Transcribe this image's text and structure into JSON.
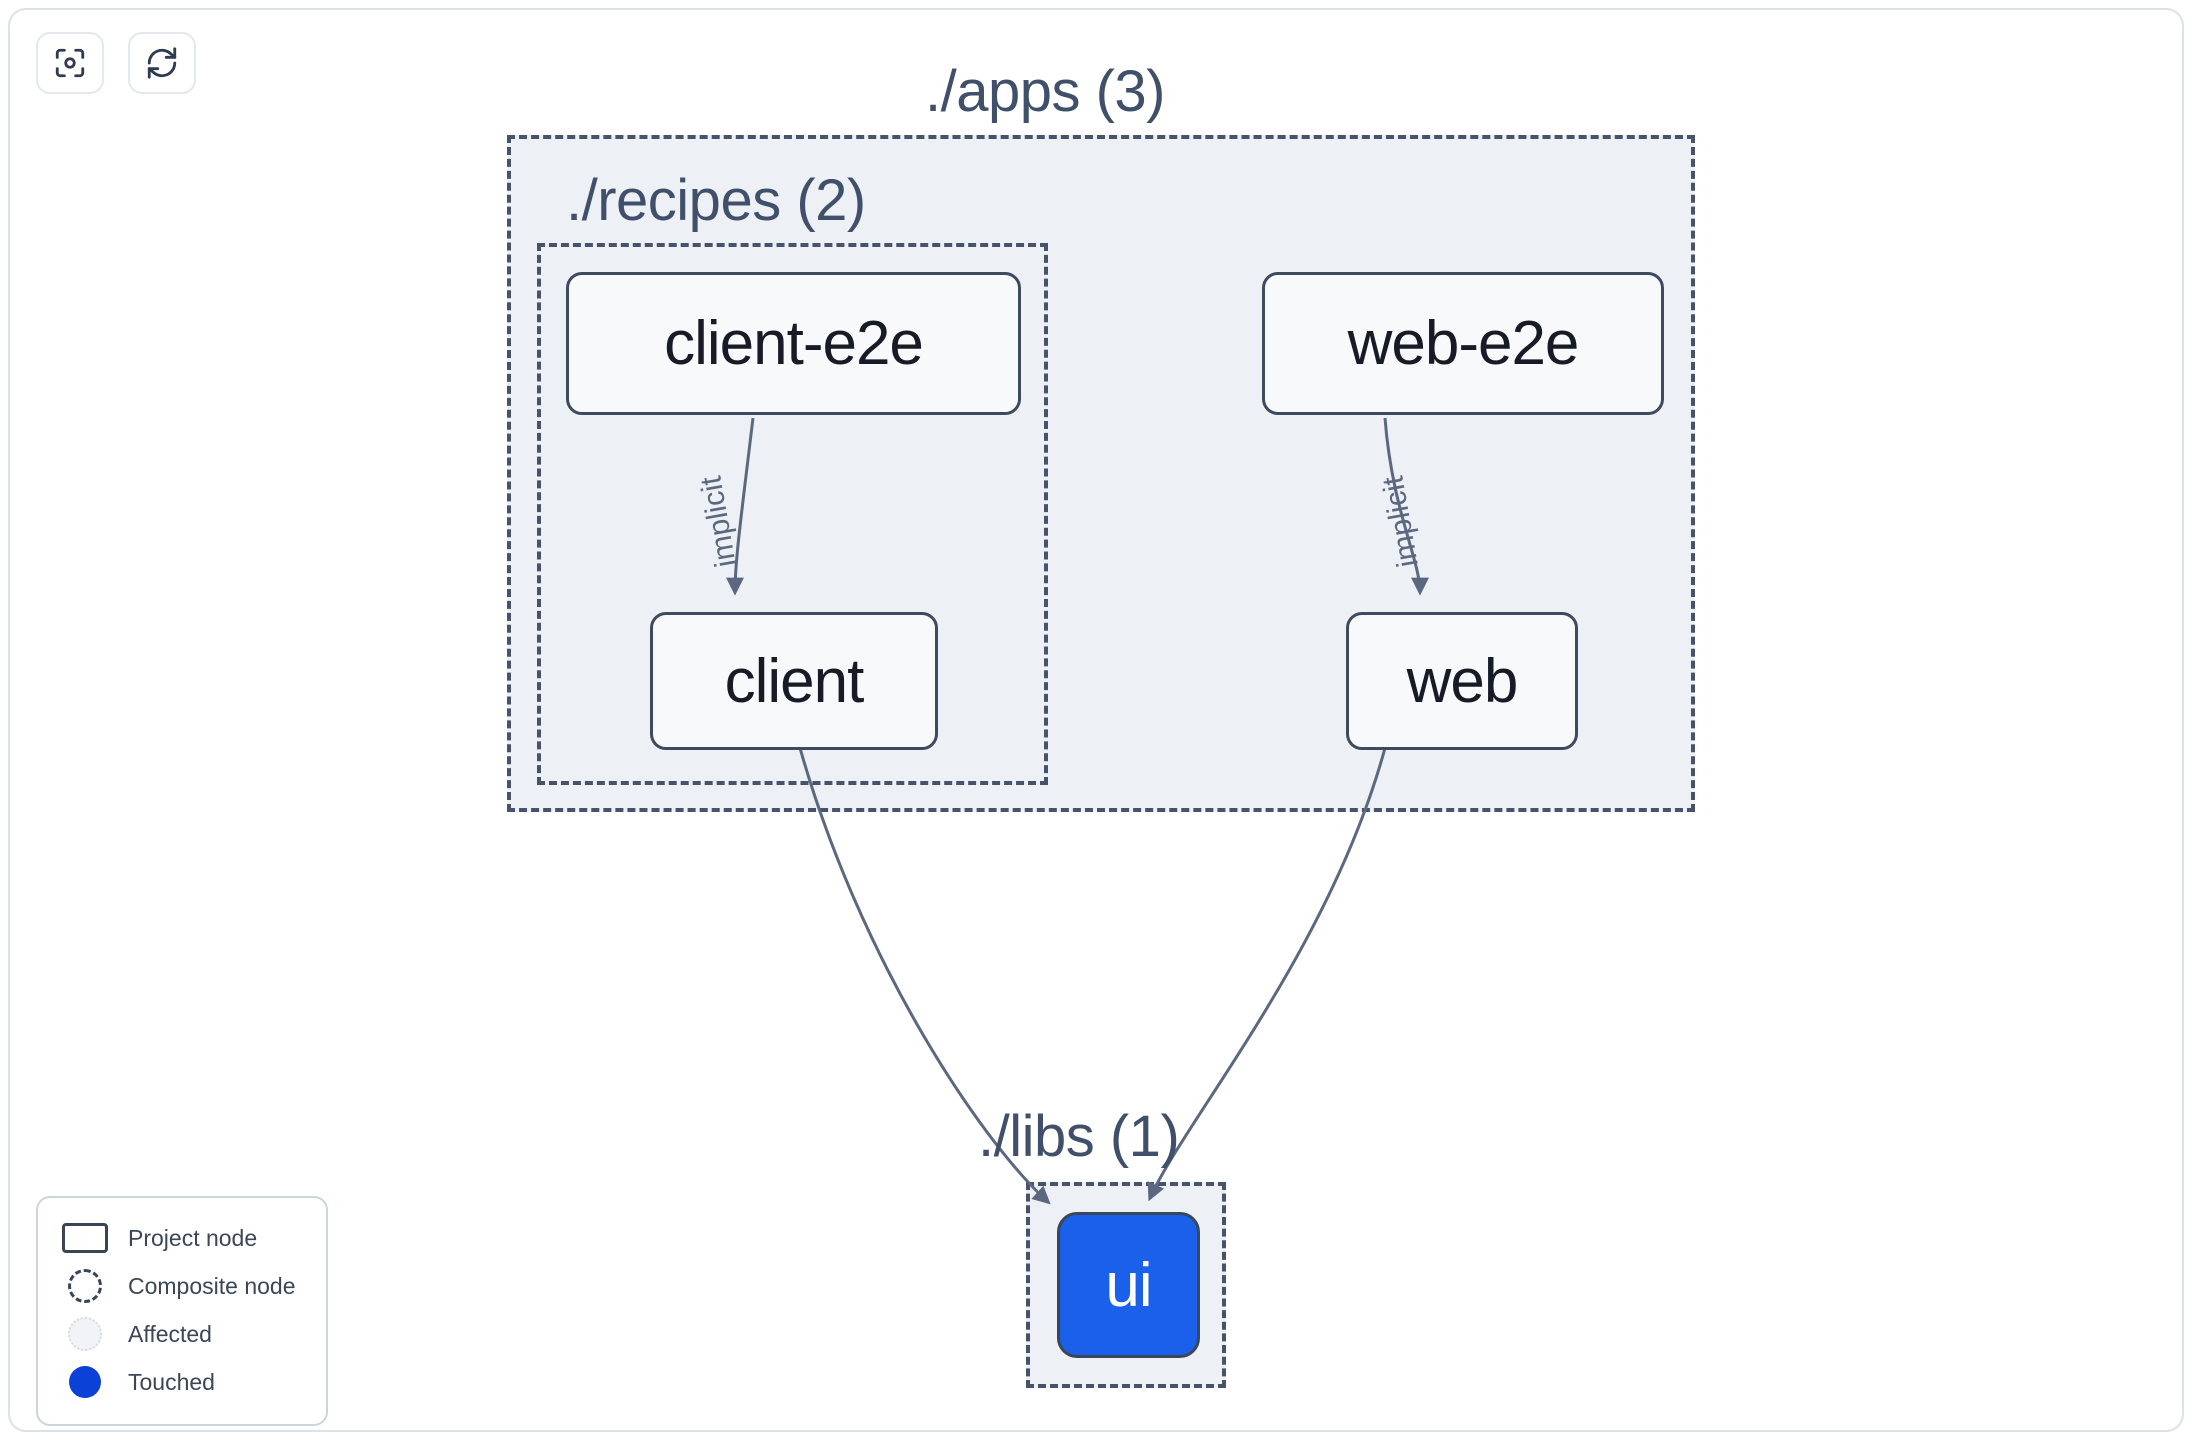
{
  "toolbar": {
    "buttons": [
      {
        "name": "focus-graph-button",
        "icon": "focus-target-icon",
        "label": "Focus graph"
      },
      {
        "name": "refresh-graph-button",
        "icon": "refresh-icon",
        "label": "Refresh graph"
      }
    ]
  },
  "graph": {
    "groups": [
      {
        "id": "apps",
        "label": "./apps (3)",
        "count": 3
      },
      {
        "id": "recipes",
        "label": "./recipes (2)",
        "count": 2
      },
      {
        "id": "libs",
        "label": "./libs (1)",
        "count": 1
      }
    ],
    "nodes": [
      {
        "id": "client-e2e",
        "label": "client-e2e",
        "type": "project",
        "group": "recipes"
      },
      {
        "id": "client",
        "label": "client",
        "type": "project",
        "group": "recipes"
      },
      {
        "id": "web-e2e",
        "label": "web-e2e",
        "type": "project",
        "group": "apps"
      },
      {
        "id": "web",
        "label": "web",
        "type": "project",
        "group": "apps"
      },
      {
        "id": "ui",
        "label": "ui",
        "type": "touched",
        "group": "libs"
      }
    ],
    "edges": [
      {
        "from": "client-e2e",
        "to": "client",
        "label": "implicit"
      },
      {
        "from": "web-e2e",
        "to": "web",
        "label": "implicit"
      },
      {
        "from": "client",
        "to": "ui",
        "label": ""
      },
      {
        "from": "web",
        "to": "ui",
        "label": ""
      }
    ]
  },
  "legend": {
    "items": [
      {
        "swatch": "project-node-swatch",
        "label": "Project node"
      },
      {
        "swatch": "composite-node-swatch",
        "label": "Composite node"
      },
      {
        "swatch": "affected-swatch",
        "label": "Affected"
      },
      {
        "swatch": "touched-swatch",
        "label": "Touched"
      }
    ]
  },
  "colors": {
    "touched": "#1a60ea",
    "legend_touched": "#0b41d6",
    "node_border": "#3e4a5e",
    "node_fill": "#f8f9fb",
    "group_fill": "#edf0f5",
    "group_border": "#46536b",
    "text": "#161b26",
    "label_text": "#41506a",
    "edge": "#5b6880"
  }
}
